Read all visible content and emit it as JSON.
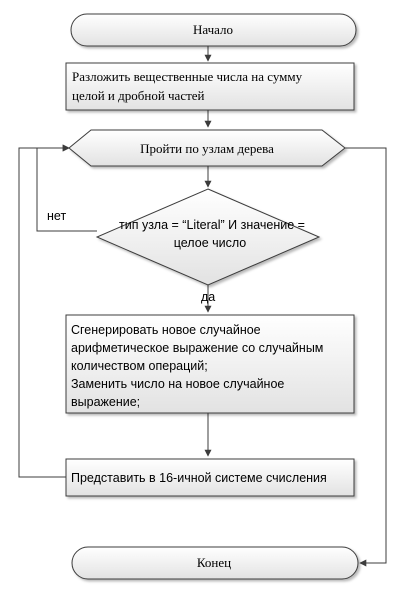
{
  "flowchart": {
    "start": "Начало",
    "step_split": [
      "Разложить вещественные числа на сумму",
      "целой и дробной частей"
    ],
    "loop": "Пройти по узлам дерева",
    "condition": [
      "тип узла = “Literal” И значение =",
      "целое число"
    ],
    "label_no": "нет",
    "label_yes": "да",
    "step_generate": [
      "Сгенерировать новое случайное",
      "арифметическое выражение со случайным",
      "количеством операций;",
      "Заменить число на новое случайное",
      "выражение;"
    ],
    "step_hex": "Представить в 16-ичной системе счисления",
    "end": "Конец"
  },
  "colors": {
    "fill_top": "#ffffff",
    "fill_bottom": "#e2e2e2",
    "stroke": "#3c3c3c",
    "text": "#000000"
  }
}
